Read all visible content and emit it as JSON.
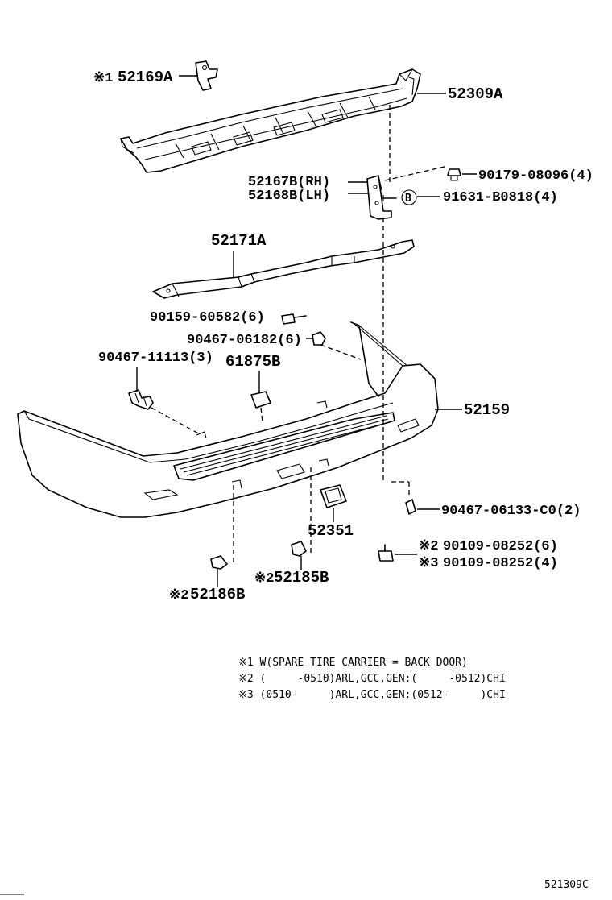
{
  "labels": {
    "p52169A": "52169A",
    "p52309A": "52309A",
    "p52167B": "52167B(RH)",
    "p52168B": "52168B(LH)",
    "p90179": "90179-08096(4)",
    "p91631": "91631-B0818(4)",
    "p52171A": "52171A",
    "p90159": "90159-60582(6)",
    "p90467_06182": "90467-06182(6)",
    "p90467_11113": "90467-11113(3)",
    "p61875B": "61875B",
    "p52159": "52159",
    "p90467_06133": "90467-06133-C0(2)",
    "p52351": "52351",
    "p90109_6": "90109-08252(6)",
    "p90109_4": "90109-08252(4)",
    "p52185B": "52185B",
    "p52186B": "52186B"
  },
  "marks": {
    "m1": "※1",
    "m2": "※2",
    "m3": "※3",
    "circle_b": "B"
  },
  "notes": [
    "※1 W(SPARE TIRE CARRIER = BACK DOOR)",
    "※2 (     -0510)ARL,GCC,GEN:(     -0512)CHI",
    "※3 (0510-     )ARL,GCC,GEN:(0512-     )CHI"
  ],
  "diagram_code": "521309C"
}
